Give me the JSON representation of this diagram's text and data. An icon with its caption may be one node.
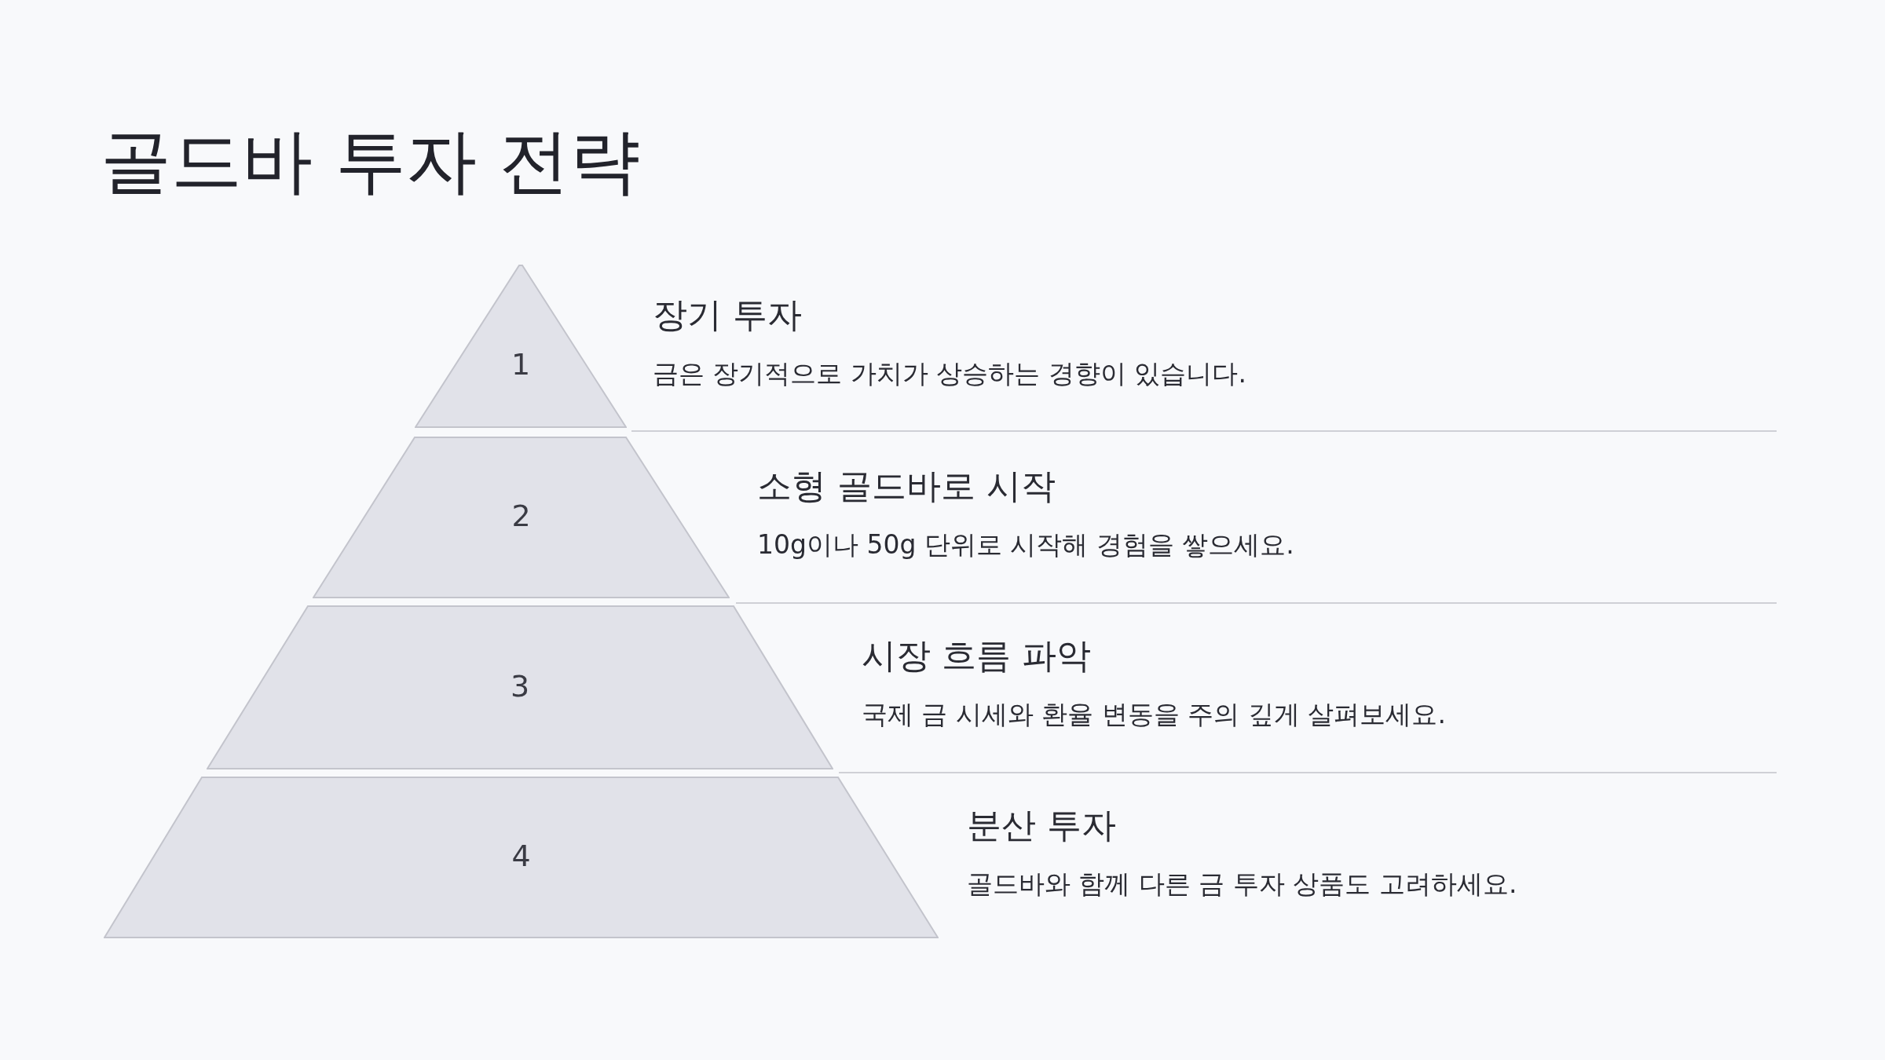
{
  "diagram": {
    "title": "골드바 투자 전략",
    "nodes": [
      {
        "text": [
          "1"
        ],
        "beside": [
          "장기 투자",
          "금은 장기적으로 가치가 상승하는 경향이 있습니다."
        ]
      },
      {
        "text": [
          "2"
        ],
        "beside": [
          "소형 골드바로 시작",
          "10g이나 50g 단위로 시작해 경험을 쌓으세요."
        ]
      },
      {
        "text": [
          "3"
        ],
        "beside": [
          "시장 흐름 파악",
          "국제 금 시세와 환율 변동을 주의 깊게 살펴보세요."
        ]
      },
      {
        "text": [
          "4"
        ],
        "beside": [
          "분산 투자",
          "골드바와 함께 다른 금 투자 상품도 고려하세요."
        ]
      }
    ]
  }
}
